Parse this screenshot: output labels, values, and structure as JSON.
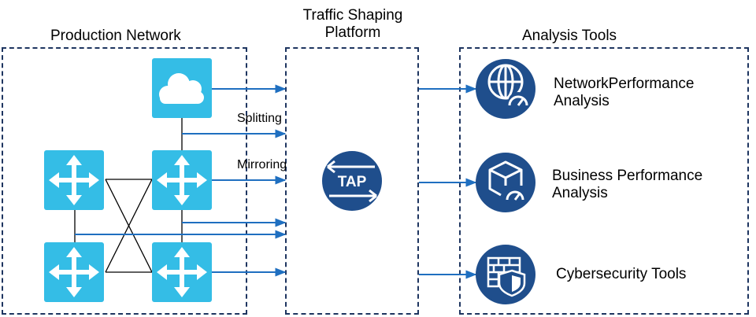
{
  "sections": {
    "production": {
      "title": "Production Network"
    },
    "platform": {
      "title_line1": "Traffic Shaping",
      "title_line2": "Platform"
    },
    "analysis": {
      "title": "Analysis Tools"
    }
  },
  "flows": {
    "splitting": "Splitting",
    "mirroring": "Mirroring"
  },
  "tap": {
    "label": "TAP"
  },
  "tools": [
    {
      "line1": "NetworkPerformance",
      "line2": "Analysis",
      "icon": "globe-gauge-icon"
    },
    {
      "line1": "Business Performance",
      "line2": "Analysis",
      "icon": "cube-gauge-icon"
    },
    {
      "line1": "Cybersecurity Tools",
      "line2": "",
      "icon": "firewall-shield-icon"
    }
  ],
  "colors": {
    "device": "#34bde6",
    "icon_circle": "#1f4e8c",
    "arrow": "#1f6fc0",
    "dashed_border": "#1e3560"
  }
}
